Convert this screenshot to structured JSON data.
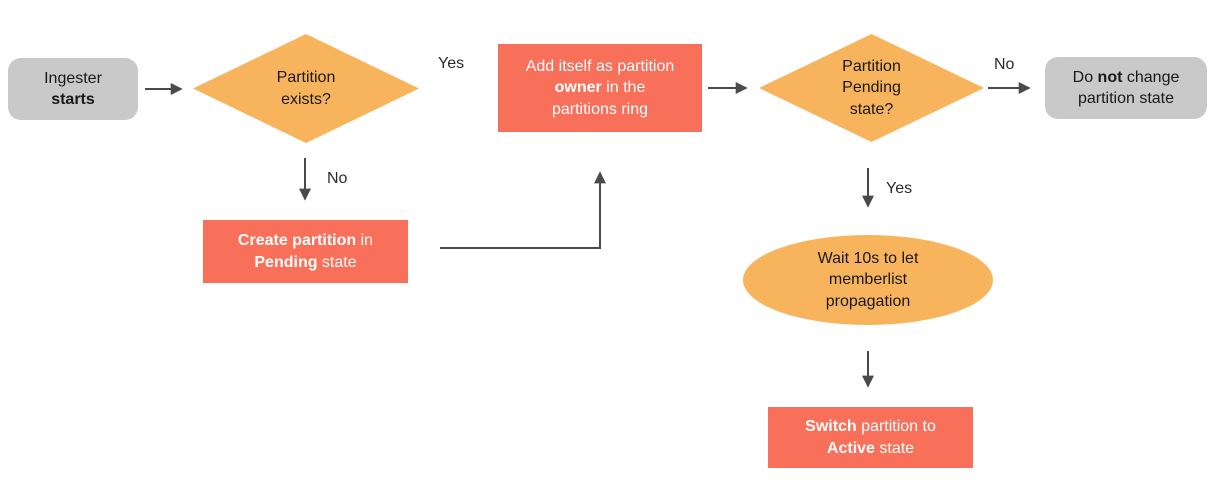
{
  "diagram": {
    "type": "flowchart",
    "colors": {
      "terminal_fill": "#C9C9C9",
      "decision_fill": "#F8B45C",
      "process_fill": "#F8705A",
      "arrow": "#4A4A4A",
      "text_dark": "#18181B",
      "text_light": "#FFFFFF",
      "background": "#FFFFFF"
    },
    "nodes": [
      {
        "id": "ingester-starts",
        "type": "terminal",
        "segments": [
          {
            "t": "Ingester\n"
          },
          {
            "t": "starts",
            "b": true
          }
        ]
      },
      {
        "id": "partition-exists",
        "type": "decision",
        "segments": [
          {
            "t": "Partition\nexists?"
          }
        ]
      },
      {
        "id": "add-owner",
        "type": "process",
        "segments": [
          {
            "t": "Add itself as partition\n"
          },
          {
            "t": "owner",
            "b": true
          },
          {
            "t": " in the\npartitions ring"
          }
        ]
      },
      {
        "id": "partition-pending",
        "type": "decision",
        "segments": [
          {
            "t": "Partition\nPending\nstate?"
          }
        ]
      },
      {
        "id": "do-not-change",
        "type": "terminal",
        "segments": [
          {
            "t": "Do "
          },
          {
            "t": "not",
            "b": true
          },
          {
            "t": " change\npartition state"
          }
        ]
      },
      {
        "id": "create-partition",
        "type": "process",
        "segments": [
          {
            "t": "Create partition",
            "b": true
          },
          {
            "t": " in\n"
          },
          {
            "t": "Pending",
            "b": true
          },
          {
            "t": " state"
          }
        ]
      },
      {
        "id": "wait-memberlist",
        "type": "delay",
        "segments": [
          {
            "t": "Wait 10s to let\nmemberlist\npropagation"
          }
        ]
      },
      {
        "id": "switch-active",
        "type": "process",
        "segments": [
          {
            "t": "Switch",
            "b": true
          },
          {
            "t": " partition to\n"
          },
          {
            "t": "Active",
            "b": true
          },
          {
            "t": " state"
          }
        ]
      }
    ],
    "edge_labels": {
      "exists_yes": "Yes",
      "exists_no": "No",
      "pending_no": "No",
      "pending_yes": "Yes"
    }
  }
}
